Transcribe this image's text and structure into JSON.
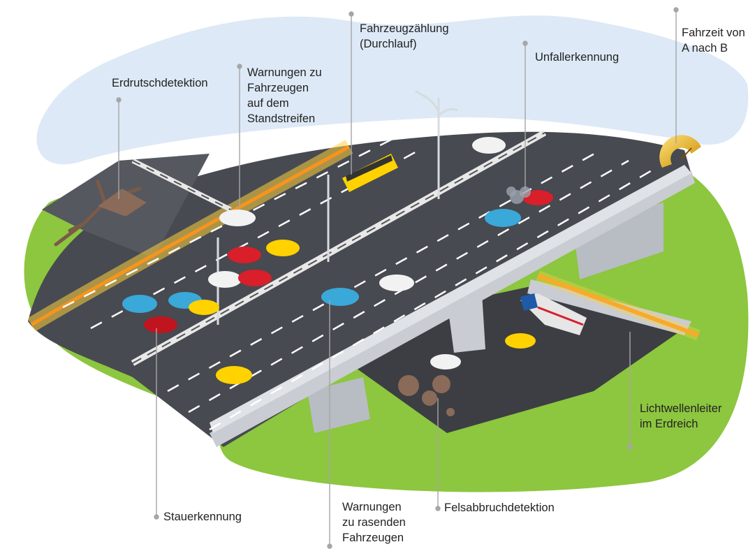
{
  "colors": {
    "cloud": "#dde9f6",
    "grass": "#8dc63f",
    "asphalt": "#474a50",
    "concrete": "#c9ccd2",
    "fiber": "#f7941d",
    "leader": "#a6a6a6",
    "text": "#222222"
  },
  "icons": [
    "gauge-icon",
    "crack-icon",
    "crash-smoke-icon",
    "rock-icon",
    "street-lamp-icon"
  ],
  "labels": {
    "landslide": "Erdrutschdetektion",
    "shoulder_1": "Warnungen zu",
    "shoulder_2": "Fahrzeugen",
    "shoulder_3": "auf dem",
    "shoulder_4": "Standstreifen",
    "counting_1": "Fahrzeugzählung",
    "counting_2": "(Durchlauf)",
    "accident": "Unfallerkennung",
    "traveltime_1": "Fahrzeit von",
    "traveltime_2": "A nach B",
    "fiber_1": "Lichtwellenleiter",
    "fiber_2": "im Erdreich",
    "jam": "Stauerkennung",
    "speeding_1": "Warnungen",
    "speeding_2": "zu rasenden",
    "speeding_3": "Fahrzeugen",
    "rockfall": "Felsabbruchdetektion"
  }
}
